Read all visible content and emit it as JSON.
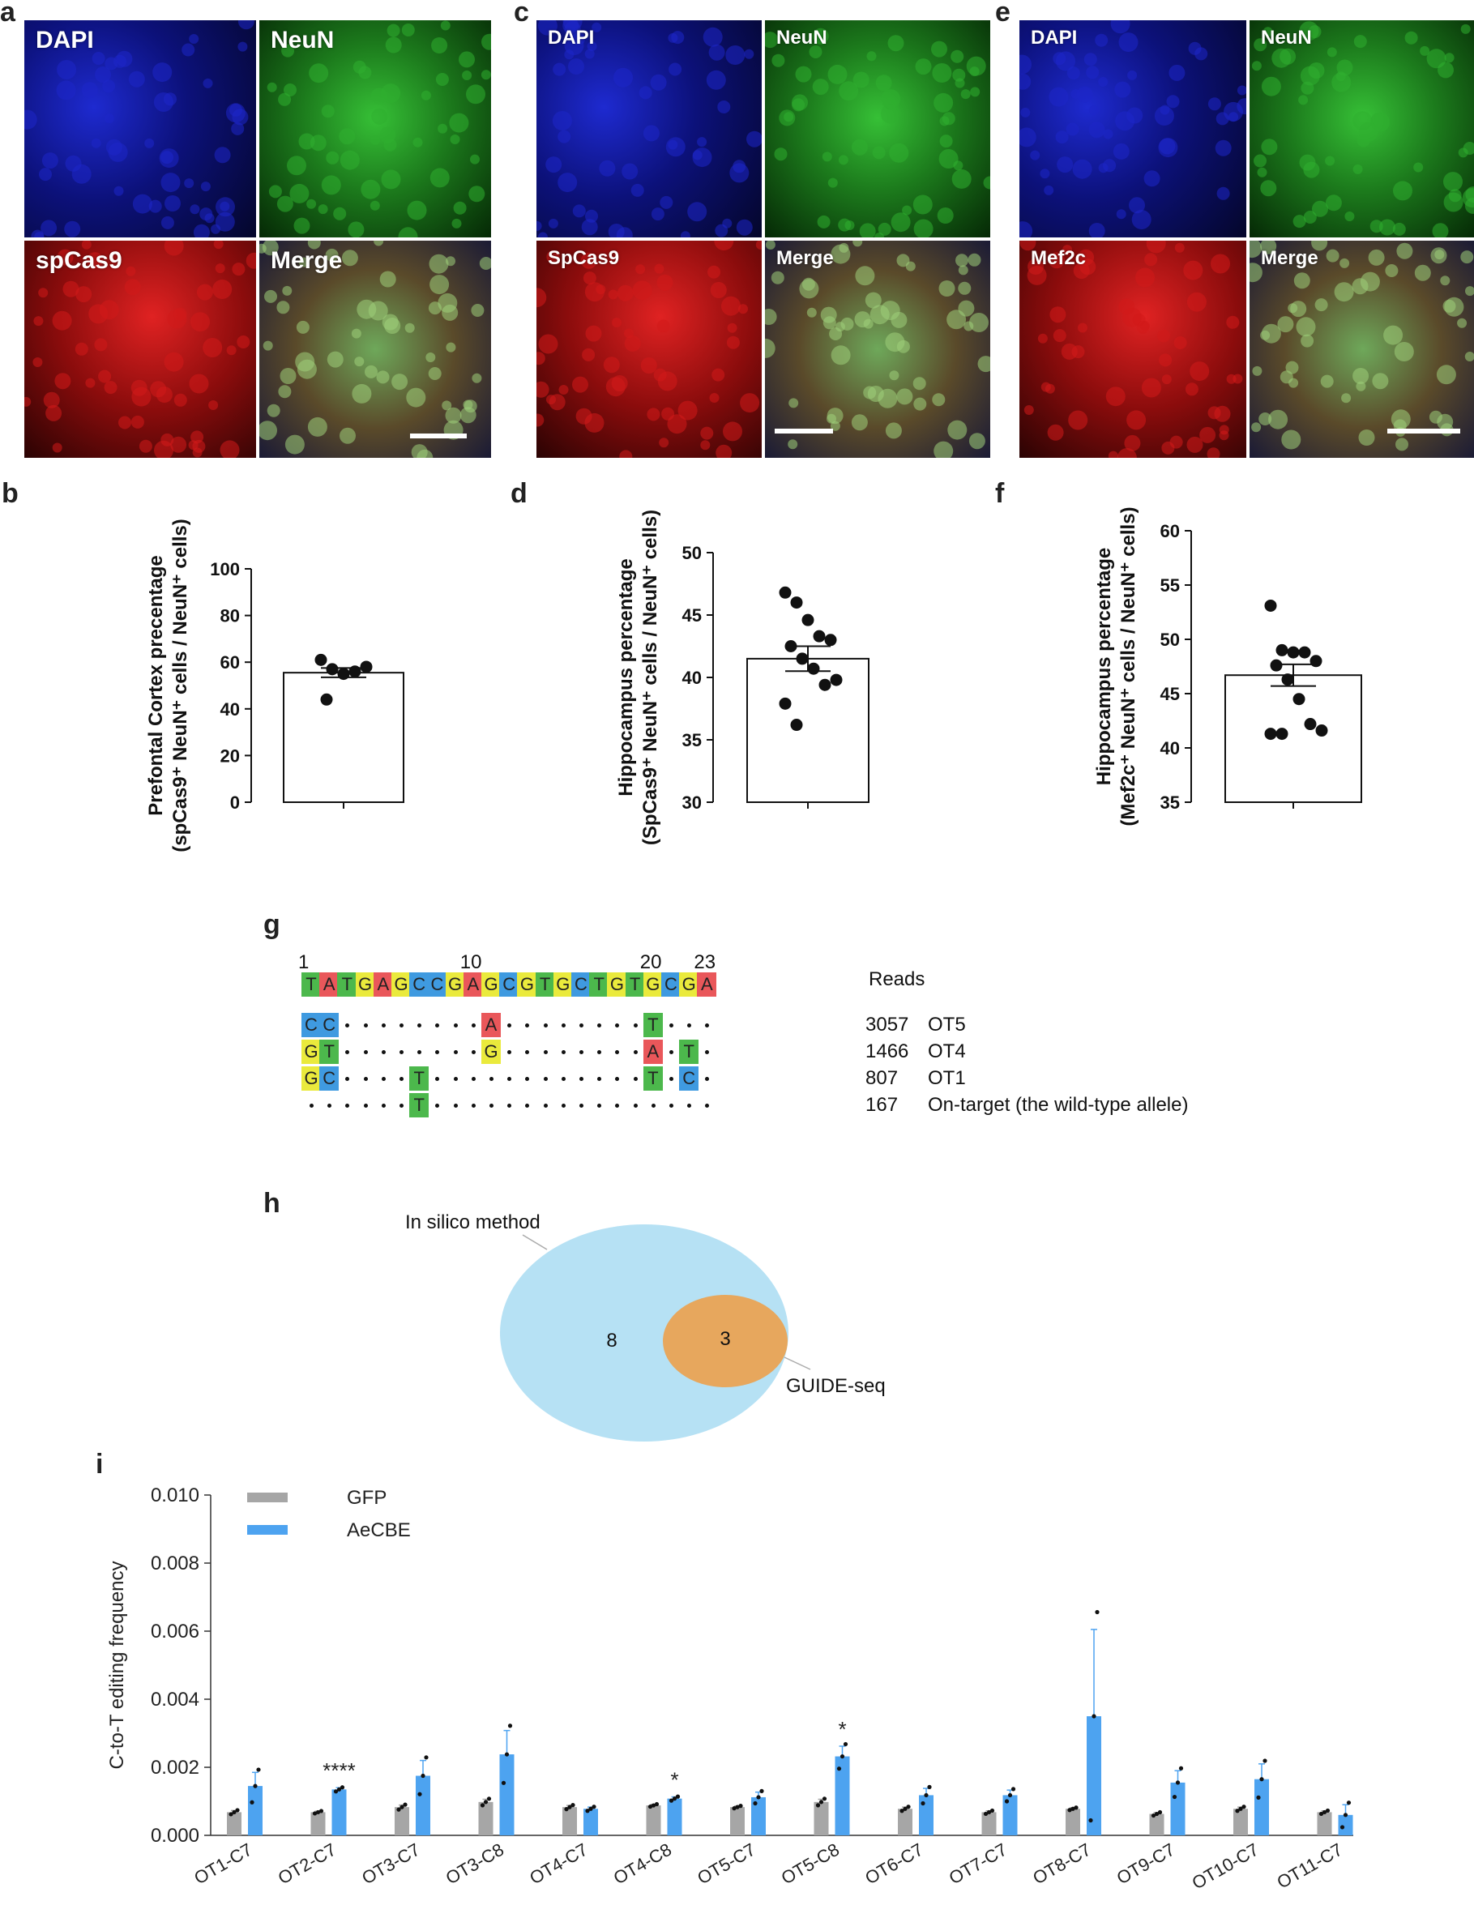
{
  "panel_labels": {
    "a": "a",
    "b": "b",
    "c": "c",
    "d": "d",
    "e": "e",
    "f": "f",
    "g": "g",
    "h": "h",
    "i": "i"
  },
  "micrographs": {
    "a": [
      "DAPI",
      "NeuN",
      "spCas9",
      "Merge"
    ],
    "c": [
      "DAPI",
      "NeuN",
      "SpCas9",
      "Merge"
    ],
    "e": [
      "DAPI",
      "NeuN",
      "Mef2c",
      "Merge"
    ]
  },
  "colors": {
    "dapi": "#1d27c9",
    "neun": "#2fae2f",
    "red": "#d21a1a",
    "gfp_bar": "#a6a6a6",
    "aecbe_bar": "#4da3f0",
    "venn_outer": "#b6e1f4",
    "venn_inner": "#e7a75d",
    "A": "#e9575a",
    "C": "#3f9ae0",
    "G": "#eaea3c",
    "T": "#4cb84c"
  },
  "chart_data": [
    {
      "id": "b",
      "type": "bar",
      "ylabel_line1": "Prefontal Cortex precentage",
      "ylabel_line2": "(spCas9⁺ NeuN⁺ cells / NeuN⁺ cells)",
      "ylim": [
        0,
        100
      ],
      "yticks": [
        0,
        20,
        40,
        60,
        80,
        100
      ],
      "mean": 55.5,
      "sem": 2.0,
      "points": [
        61,
        57,
        55,
        56,
        58,
        44
      ]
    },
    {
      "id": "d",
      "type": "bar",
      "ylabel_line1": "Hippocampus percentage",
      "ylabel_line2": "(SpCas9⁺ NeuN⁺ cells / NeuN⁺ cells)",
      "ylim": [
        30,
        50
      ],
      "yticks": [
        30,
        35,
        40,
        45,
        50
      ],
      "mean": 41.5,
      "sem": 1.0,
      "points": [
        46.8,
        46.0,
        44.6,
        43.3,
        43.0,
        42.5,
        41.5,
        40.7,
        39.4,
        39.8,
        37.9,
        36.2
      ]
    },
    {
      "id": "f",
      "type": "bar",
      "ylabel_line1": "Hippocampus percentage",
      "ylabel_line2": "(Mef2c⁺ NeuN⁺ cells / NeuN⁺ cells)",
      "ylim": [
        35,
        60
      ],
      "yticks": [
        35,
        40,
        45,
        50,
        55,
        60
      ],
      "mean": 46.7,
      "sem": 1.0,
      "points": [
        53.1,
        49.0,
        48.8,
        48.8,
        48.0,
        47.6,
        46.3,
        44.5,
        42.2,
        41.6,
        41.3,
        41.3
      ]
    },
    {
      "id": "i",
      "type": "bar",
      "ylabel": "C-to-T editing frequency",
      "ylim": [
        0,
        0.01
      ],
      "yticks": [
        "0.000",
        "0.002",
        "0.004",
        "0.006",
        "0.008",
        "0.010"
      ],
      "categories": [
        "OT1-C7",
        "OT2-C7",
        "OT3-C7",
        "OT3-C8",
        "OT4-C7",
        "OT4-C8",
        "OT5-C7",
        "OT5-C8",
        "OT6-C7",
        "OT7-C7",
        "OT8-C7",
        "OT9-C7",
        "OT10-C7",
        "OT11-C7"
      ],
      "series": [
        {
          "name": "GFP",
          "values": [
            0.00068,
            0.00068,
            0.00083,
            0.00098,
            0.00083,
            0.00088,
            0.00083,
            0.00098,
            0.00078,
            0.00068,
            0.00078,
            0.00063,
            0.00078,
            0.00068
          ],
          "errors": [
            5e-05,
            3e-05,
            6e-05,
            8e-05,
            5e-05,
            3e-05,
            3e-05,
            8e-05,
            5e-05,
            4e-05,
            3e-05,
            4e-05,
            5e-05,
            4e-05
          ]
        },
        {
          "name": "AeCBE",
          "values": [
            0.00145,
            0.00135,
            0.00175,
            0.00238,
            0.00078,
            0.00108,
            0.00112,
            0.00232,
            0.00118,
            0.00118,
            0.0035,
            0.00155,
            0.00165,
            0.0006
          ],
          "errors": [
            0.0004,
            5e-05,
            0.00045,
            0.0007,
            5e-05,
            5e-05,
            0.00015,
            0.0003,
            0.0002,
            0.00015,
            0.00255,
            0.00035,
            0.00045,
            0.0003
          ]
        }
      ],
      "significance": {
        "1": "****",
        "5": "*",
        "7": "*"
      },
      "legend": [
        "GFP",
        "AeCBE"
      ]
    }
  ],
  "sequence_panel": {
    "reference": [
      "T",
      "A",
      "T",
      "G",
      "A",
      "G",
      "C",
      "C",
      "G",
      "A",
      "G",
      "C",
      "G",
      "T",
      "G",
      "C",
      "T",
      "G",
      "T",
      "G",
      "C",
      "G",
      "A"
    ],
    "position_labels": [
      {
        "pos": 1,
        "text": "1"
      },
      {
        "pos": 10,
        "text": "10"
      },
      {
        "pos": 20,
        "text": "20"
      },
      {
        "pos": 23,
        "text": "23"
      }
    ],
    "reads_header": "Reads",
    "rows": [
      {
        "subs": {
          "1": "C",
          "2": "C",
          "11": "A",
          "20": "T"
        },
        "reads": "3057",
        "name": "OT5"
      },
      {
        "subs": {
          "1": "G",
          "2": "T",
          "11": "G",
          "20": "A",
          "22": "T"
        },
        "reads": "1466",
        "name": "OT4"
      },
      {
        "subs": {
          "1": "G",
          "2": "C",
          "7": "T",
          "20": "T",
          "22": "C"
        },
        "reads": "807",
        "name": "OT1"
      },
      {
        "subs": {
          "7": "T"
        },
        "reads": "167",
        "name": "On-target (the wild-type allele)"
      }
    ]
  },
  "venn": {
    "outer_label": "In silico method",
    "inner_label": "GUIDE-seq",
    "outer_only": "8",
    "overlap": "3"
  }
}
